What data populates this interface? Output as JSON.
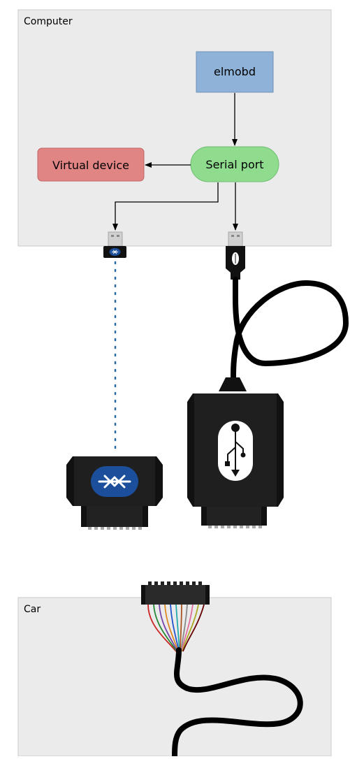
{
  "computer": {
    "label": "Computer"
  },
  "car": {
    "label": "Car"
  },
  "nodes": {
    "elmobd": "elmobd",
    "serial_port": "Serial port",
    "virtual_device": "Virtual device"
  },
  "colors": {
    "panel_fill": "#ebebeb",
    "panel_stroke": "#c9c9c9",
    "elmobd_fill": "#8fb2d9",
    "serial_fill": "#8fdc8f",
    "virtual_fill": "#e08484",
    "bluetooth_blue": "#1b4f9c",
    "device_black": "#111111",
    "dotted_link": "#2a6aa0"
  },
  "icons": [
    "bluetooth-icon",
    "usb-icon"
  ]
}
